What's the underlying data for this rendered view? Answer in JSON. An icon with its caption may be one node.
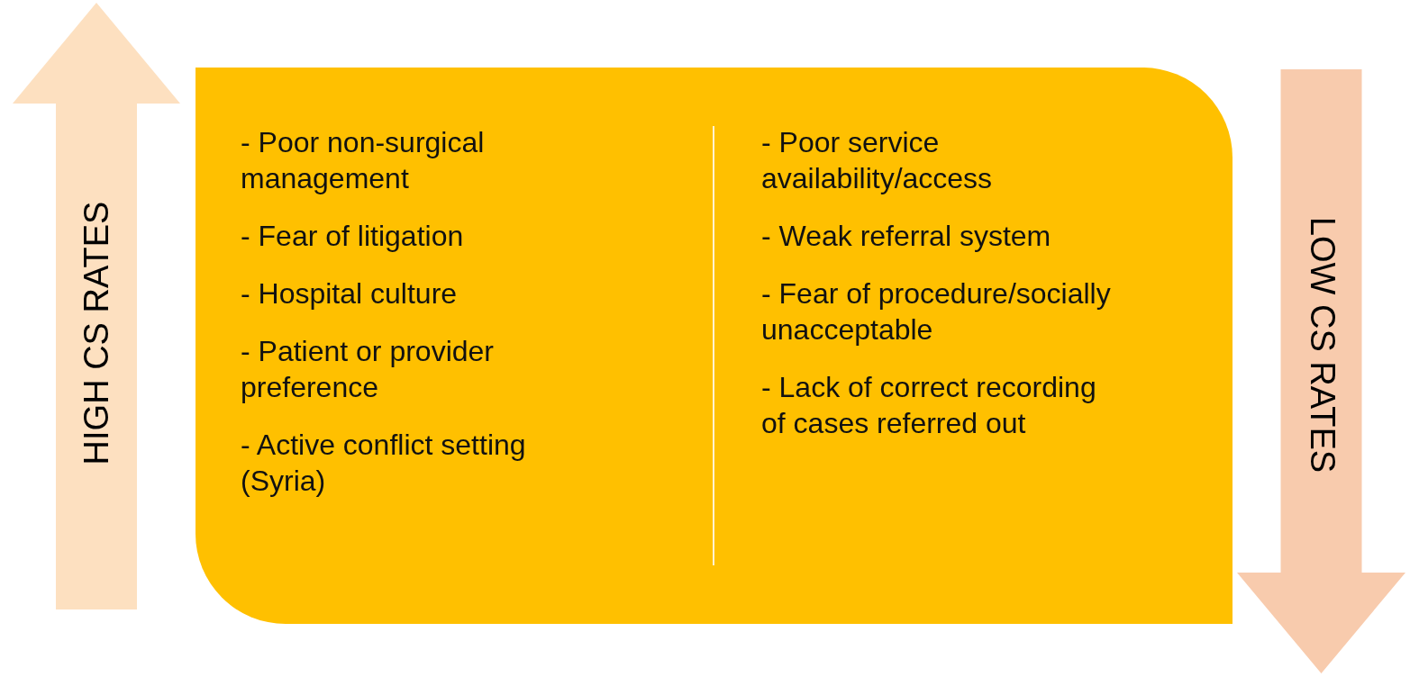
{
  "diagram": {
    "nodes": [
      {
        "text": [
          "HIGH CS RATES"
        ]
      },
      {
        "text": [],
        "shape": "box"
      },
      {
        "text": [
          "- Poor non-surgical management",
          "- Fear of litigation",
          "- Hospital culture",
          "- Patient or provider preference",
          "- Active conflict setting (Syria)"
        ],
        "in": 1
      },
      {
        "text": [
          "- Poor service availability/access",
          "- Weak referral system",
          "- Fear of procedure/socially unacceptable",
          "- Lack of correct recording of cases referred out"
        ],
        "in": 1
      },
      {
        "text": [
          "LOW CS RATES"
        ]
      }
    ]
  }
}
